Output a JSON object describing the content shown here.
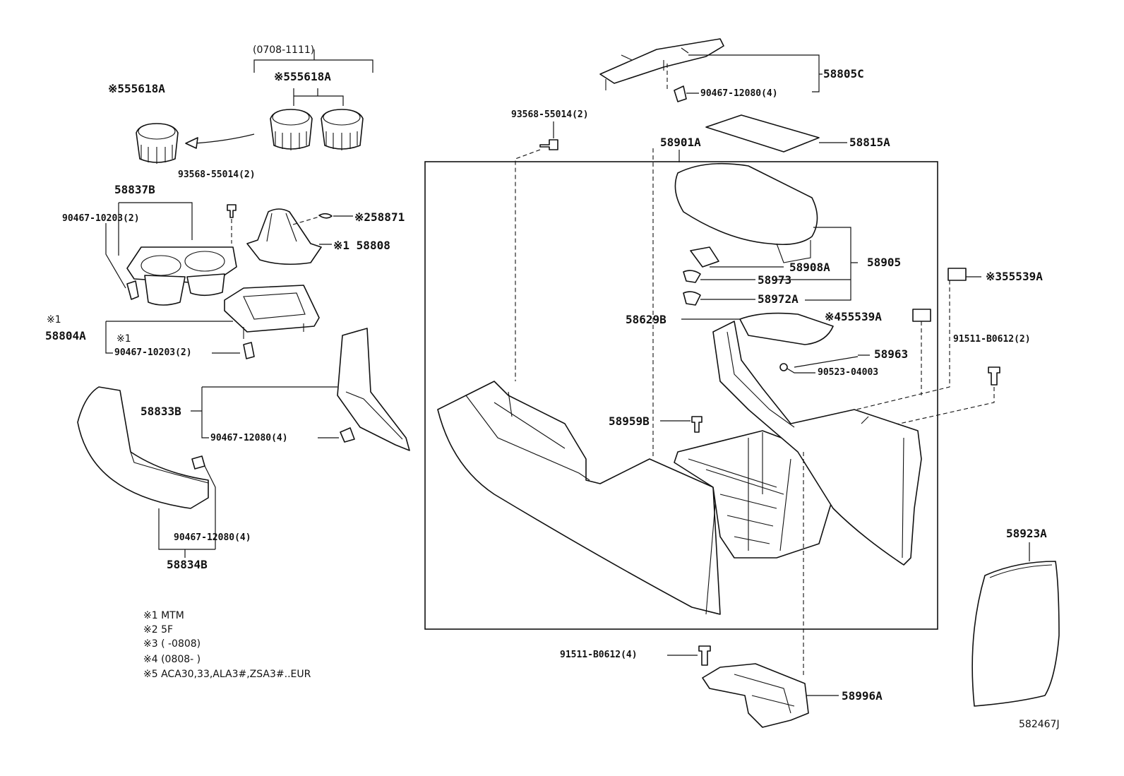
{
  "labels": {
    "date_range": "(0708-1111)",
    "l55618a_left": "※555618A",
    "l55618a_mid": "※555618A",
    "l93568_top": "93568-55014(2)",
    "l58837b": "58837B",
    "l90467_10203_top": "90467-10203(2)",
    "l58871": "※258871",
    "l58808": "※1 58808",
    "l58804a_mark": "※1",
    "l58804a": "58804A",
    "l90467_10203_mark": "※1",
    "l90467_10203_bot": "90467-10203(2)",
    "l58833b": "58833B",
    "l90467_12080_mid": "90467-12080(4)",
    "l90467_12080_bot": "90467-12080(4)",
    "l58834b": "58834B",
    "l58805c": "58805C",
    "l90467_12080_top": "90467-12080(4)",
    "l93568_mid": "93568-55014(2)",
    "l58901a": "58901A",
    "l58815a": "58815A",
    "l58905": "58905",
    "l58908a": "58908A",
    "l58973": "58973",
    "l58972a": "58972A",
    "l58629b": "58629B",
    "l55539a_4": "※455539A",
    "l55539a_3": "※355539A",
    "l58963": "58963",
    "l90523": "90523-04003",
    "l91511_2": "91511-B0612(2)",
    "l58959b": "58959B",
    "l58923a": "58923A",
    "l91511_4": "91511-B0612(4)",
    "l58996a": "58996A",
    "diagram_id": "582467J"
  },
  "notes": [
    "※1 MTM",
    "※2 5F",
    "※3 (        -0808)",
    "※4 (0808-        )",
    "※5 ACA30,33,ALA3#,ZSA3#..EUR"
  ]
}
